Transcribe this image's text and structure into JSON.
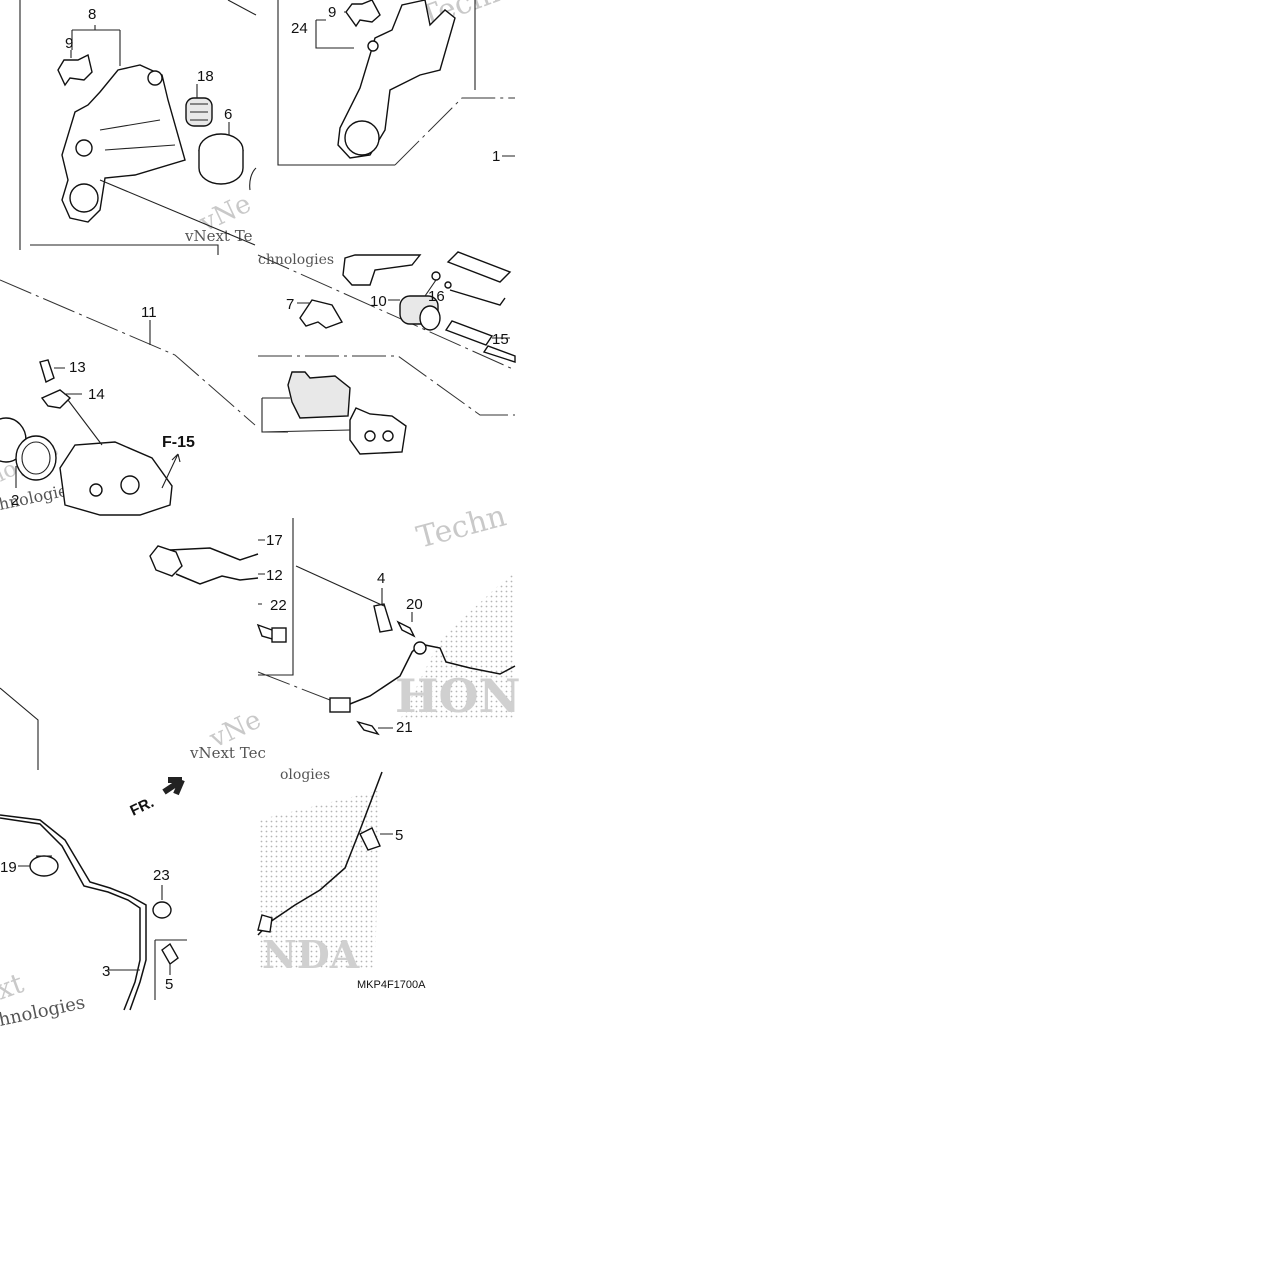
{
  "callouts": {
    "c1": "1",
    "c2": "2",
    "c3": "3",
    "c4": "4",
    "c5a": "5",
    "c5b": "5",
    "c6": "6",
    "c7": "7",
    "c8": "8",
    "c9a": "9",
    "c9b": "9",
    "c10": "10",
    "c11": "11",
    "c12": "12",
    "c13": "13",
    "c14": "14",
    "c15": "15",
    "c16": "16",
    "c17": "17",
    "c18": "18",
    "c19": "19",
    "c20": "20",
    "c21": "21",
    "c22": "22",
    "c23": "23",
    "c24": "24"
  },
  "ref_f15": "F-15",
  "direction_label": "FR.",
  "diagram_code": "MKP4F1700A",
  "watermarks": {
    "w1": "vNext Te",
    "w2": "chnologies",
    "w3": "Techno",
    "w4": "vNe",
    "w5": "hnologies",
    "w6": "Techn",
    "w7": "vNext Tec",
    "w8": "ologies",
    "w9": "xt",
    "w10": "hnologies",
    "w11": "vNe",
    "w12": "logies"
  },
  "brand_watermarks": {
    "b1": "HON",
    "b2": "NDA"
  }
}
